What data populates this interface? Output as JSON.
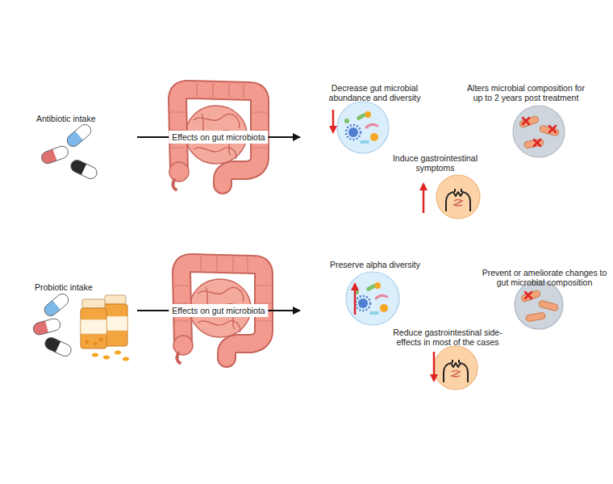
{
  "diagram": {
    "nodes": [
      {
        "text": [
          "Antibiotic intake"
        ]
      },
      {
        "text": [
          "Decrease gut microbial abundance and diversity"
        ]
      },
      {
        "text": [
          "Alters microbial composition for up to 2 years post treatment"
        ]
      },
      {
        "text": [
          "Induce gastrointestinal symptoms"
        ]
      },
      {
        "text": [
          "Probiotic intake"
        ]
      },
      {
        "text": [
          "Preserve alpha diversity"
        ]
      },
      {
        "text": [
          "Prevent or ameliorate changes to gut microbial composition"
        ]
      },
      {
        "text": [
          "Reduce gastrointestinal side-effects in most of the cases"
        ]
      }
    ],
    "edges": [
      {
        "from": 0,
        "to": 1,
        "label": "Effects on gut microbiota",
        "arrow": "to"
      },
      {
        "from": 4,
        "to": 5,
        "label": "Effects on gut microbiota",
        "arrow": "to"
      }
    ]
  }
}
